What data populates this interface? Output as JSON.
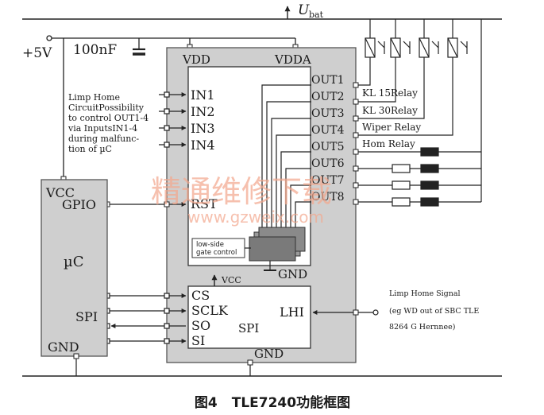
{
  "supply": {
    "ubat_main": "U",
    "ubat_sub": "bat",
    "plus5v": "+5V",
    "cap": "100nF"
  },
  "chip": {
    "vdd": "VDD",
    "vdda": "VDDA",
    "inputs": [
      "IN1",
      "IN2",
      "IN3",
      "IN4"
    ],
    "rst": "RST",
    "outputs": [
      "OUT1",
      "OUT2",
      "OUT3",
      "OUT4",
      "OUT5",
      "OUT6",
      "OUT7",
      "OUT8"
    ],
    "gnd_inner": "GND",
    "gate_control": [
      "low-side",
      "gate control"
    ],
    "vcc_arrow": "VCC",
    "spi": {
      "pins": [
        "CS",
        "SCLK",
        "SO",
        "SI"
      ],
      "lhi": "LHI",
      "label": "SPI"
    },
    "gnd": "GND"
  },
  "loads": [
    "KL 15Relay",
    "KL 30Relay",
    "Wiper Relay",
    "Hom Relay"
  ],
  "limp_note": [
    "Limp Home",
    "CircuitPossibility",
    "to control OUT1-4",
    "via InputsIN1-4",
    "during malfunc-",
    "tion of µC"
  ],
  "mcu": {
    "vcc": "VCC",
    "gpio": "GPIO",
    "name": "µC",
    "spi": "SPI",
    "gnd": "GND"
  },
  "limp_signal": [
    "Limp Home Signal",
    "(eg WD out of SBC TLE",
    "8264 G Hernnee)"
  ],
  "watermark": {
    "line1": "精通维修下载",
    "line2": "www.gzweix.com"
  },
  "caption": {
    "fig": "图4",
    "title": "TLE7240功能框图"
  }
}
